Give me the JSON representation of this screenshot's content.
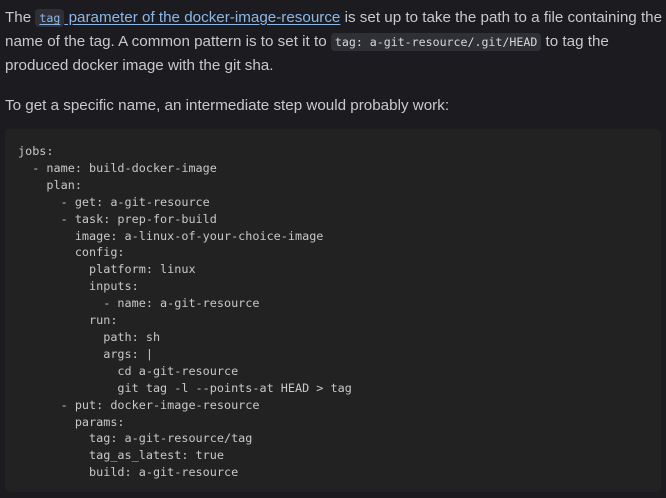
{
  "paragraph1": {
    "prefix": "The ",
    "link_code": "tag",
    "link_text": " parameter of the docker-image-resource",
    "middle": " is set up to take the path to a file containing the name of the tag. A common pattern is to set it to ",
    "inline_code": "tag: a-git-resource/.git/HEAD",
    "suffix": " to tag the produced docker image with the git sha."
  },
  "paragraph2": {
    "text": "To get a specific name, an intermediate step would probably work:"
  },
  "code_block": {
    "language": "yaml",
    "content": "jobs:\n  - name: build-docker-image\n    plan:\n      - get: a-git-resource\n      - task: prep-for-build\n        image: a-linux-of-your-choice-image\n        config:\n          platform: linux\n          inputs:\n            - name: a-git-resource\n          run:\n            path: sh\n            args: |\n              cd a-git-resource\n              git tag -l --points-at HEAD > tag\n      - put: docker-image-resource\n        params:\n          tag: a-git-resource/tag\n          tag_as_latest: true\n          build: a-git-resource"
  },
  "colors": {
    "page_background": "#1c1c20",
    "code_background": "#222222",
    "inline_code_background": "#2e3035",
    "text": "#c9c9cc",
    "link": "#8ab7e8"
  }
}
